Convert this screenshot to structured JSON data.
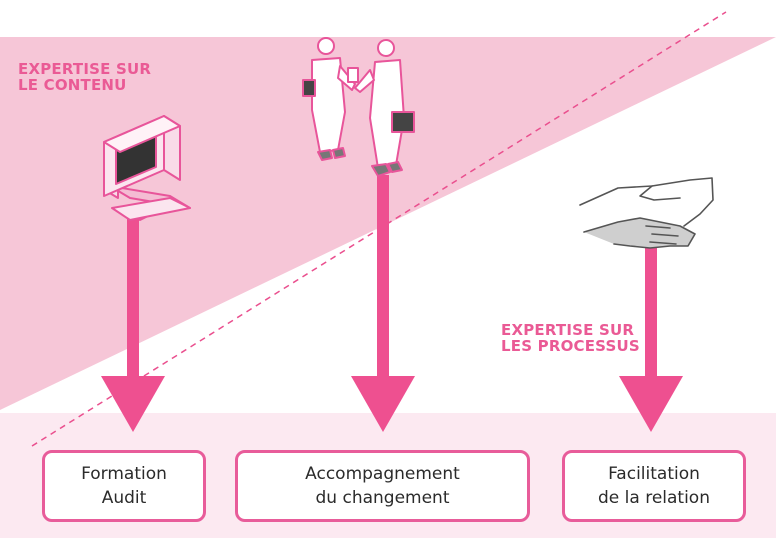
{
  "labels": {
    "content_expertise": [
      "EXPERTISE SUR",
      "LE CONTENU"
    ],
    "process_expertise": [
      "EXPERTISE SUR",
      "LES PROCESSUS"
    ]
  },
  "boxes": [
    {
      "lines": [
        "Formation",
        "Audit"
      ]
    },
    {
      "lines": [
        "Accompagnement",
        "du changement"
      ]
    },
    {
      "lines": [
        "Facilitation",
        "de la relation"
      ]
    }
  ],
  "icons": [
    "computer-icon",
    "business-people-icon",
    "handshake-icon"
  ],
  "colors": {
    "triangle": "#f6c6d7",
    "band": "#fce9f1",
    "arrow": "#ee5090",
    "accent_text": "#ea5a95",
    "box_border": "#e85c9a",
    "dashed_line": "#ea4f8e"
  }
}
